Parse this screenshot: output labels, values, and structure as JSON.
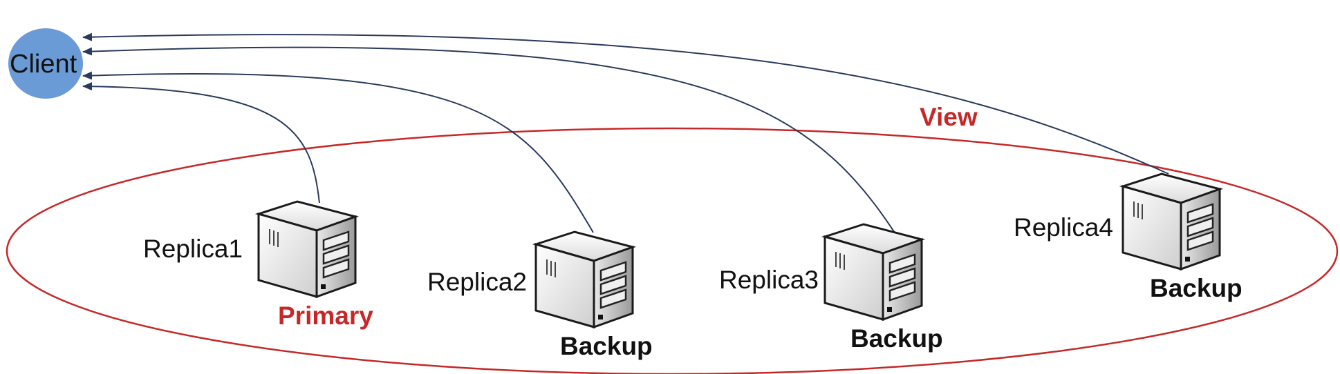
{
  "client": {
    "label": "Client",
    "color": "#6a9bd6"
  },
  "view": {
    "label": "View",
    "color": "#c62828"
  },
  "arrow_color": "#2a3a5c",
  "replicas": [
    {
      "name": "Replica1",
      "role": "Primary",
      "role_color": "#c62828"
    },
    {
      "name": "Replica2",
      "role": "Backup",
      "role_color": "#111111"
    },
    {
      "name": "Replica3",
      "role": "Backup",
      "role_color": "#111111"
    },
    {
      "name": "Replica4",
      "role": "Backup",
      "role_color": "#111111"
    }
  ],
  "icons": {
    "server": "server-icon"
  }
}
